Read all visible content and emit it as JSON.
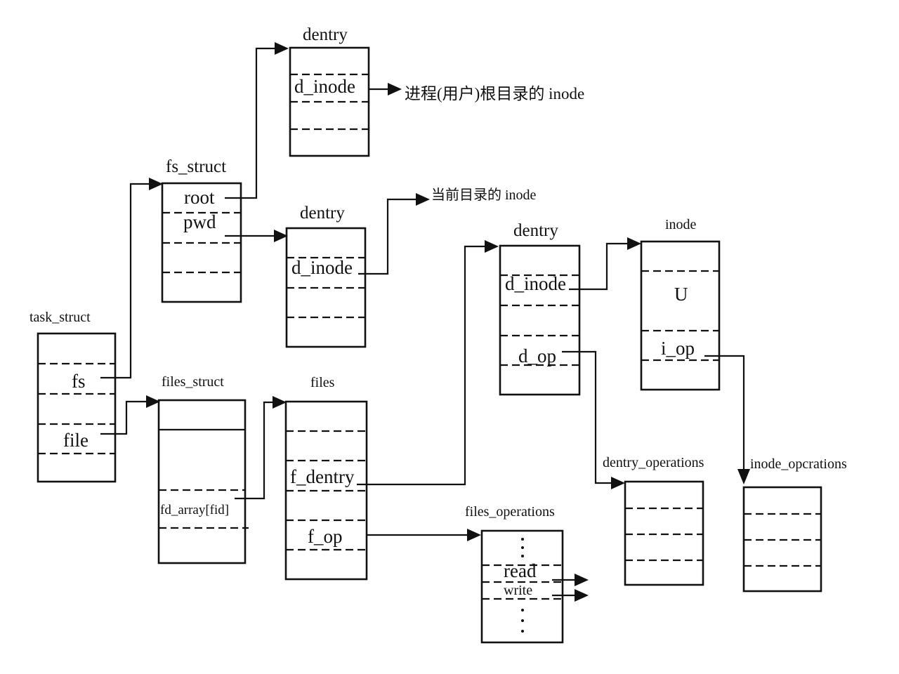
{
  "boxes": {
    "task_struct": {
      "title": "task_struct",
      "fields": {
        "fs": "fs",
        "file": "file"
      }
    },
    "fs_struct": {
      "title": "fs_struct",
      "fields": {
        "root": "root",
        "pwd": "pwd"
      }
    },
    "dentry_root": {
      "title": "dentry",
      "fields": {
        "d_inode": "d_inode"
      }
    },
    "dentry_pwd": {
      "title": "dentry",
      "fields": {
        "d_inode": "d_inode"
      }
    },
    "files_struct": {
      "title": "files_struct",
      "fields": {
        "fd_array": "fd_array[fid]"
      }
    },
    "files": {
      "title": "files",
      "fields": {
        "f_dentry": "f_dentry",
        "f_op": "f_op"
      }
    },
    "dentry_file": {
      "title": "dentry",
      "fields": {
        "d_inode": "d_inode",
        "d_op": "d_op"
      }
    },
    "inode": {
      "title": "inode",
      "fields": {
        "u": "U",
        "i_op": "i_op"
      }
    },
    "files_operations": {
      "title": "files_operations",
      "fields": {
        "read": "read",
        "write": "write"
      }
    },
    "dentry_operations": {
      "title": "dentry_operations"
    },
    "inode_operations": {
      "title": "inode_opcrations"
    }
  },
  "notes": {
    "root_inode": "进程(用户)根目录的 inode",
    "cwd_inode": "当前目录的 inode"
  }
}
